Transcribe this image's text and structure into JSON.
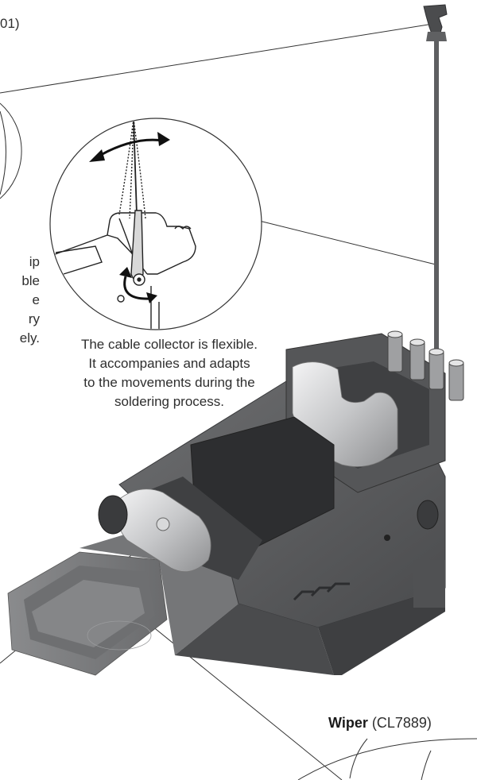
{
  "top_left_fragment": "01)",
  "left_fragments": [
    "ip",
    "ble",
    "e",
    "ry",
    "ely."
  ],
  "caption": {
    "lines": [
      "The cable collector is flexible.",
      "It accompanies and adapts",
      "to the movements during the",
      "soldering process."
    ]
  },
  "wiper": {
    "name": "Wiper",
    "code": "(CL7889)"
  },
  "colors": {
    "stand_body": "#5b5c5e",
    "stand_dark": "#3c3d3f",
    "stand_base": "#77787a",
    "metal": "#c9cacc",
    "line": "#333333"
  },
  "icons": [
    "cable-collector-clip",
    "tip-holder-sockets",
    "knob",
    "brand-logo"
  ]
}
